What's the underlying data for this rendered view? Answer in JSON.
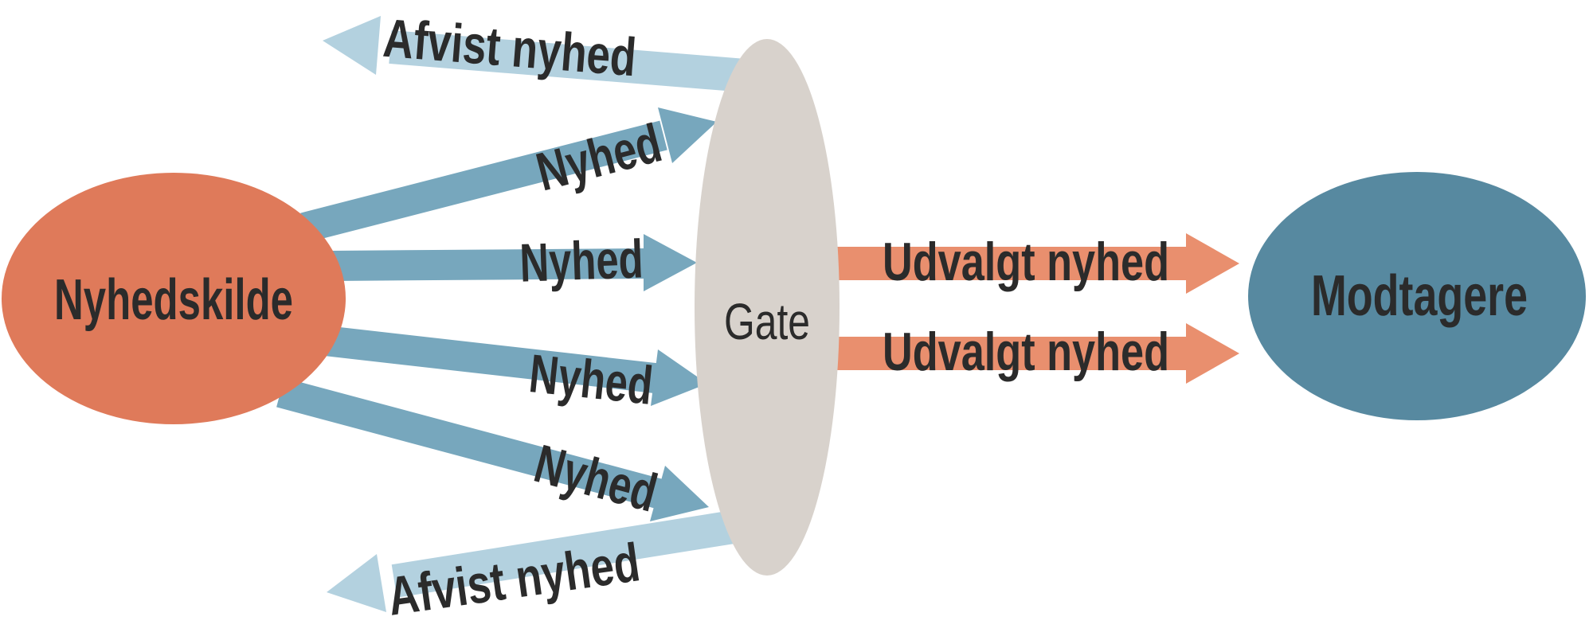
{
  "colors": {
    "background": "#ffffff",
    "source_fill": "#df7a5a",
    "gate_fill": "#d8d2cc",
    "receivers_fill": "#5789a0",
    "news_arrow": "#77a7bd",
    "rejected_arrow": "#b3d1df",
    "selected_arrow": "#e98f6e",
    "label_text": "#2b2b2b"
  },
  "nodes": {
    "source": {
      "label": "Nyhedskilde"
    },
    "gate": {
      "label": "Gate"
    },
    "receivers": {
      "label": "Modtagere"
    }
  },
  "arrows": {
    "rejected_top": {
      "label": "Afvist nyhed"
    },
    "news_1": {
      "label": "Nyhed"
    },
    "news_2": {
      "label": "Nyhed"
    },
    "news_3": {
      "label": "Nyhed"
    },
    "news_4": {
      "label": "Nyhed"
    },
    "rejected_bottom": {
      "label": "Afvist nyhed"
    },
    "selected_top": {
      "label": "Udvalgt nyhed"
    },
    "selected_bottom": {
      "label": "Udvalgt nyhed"
    }
  }
}
